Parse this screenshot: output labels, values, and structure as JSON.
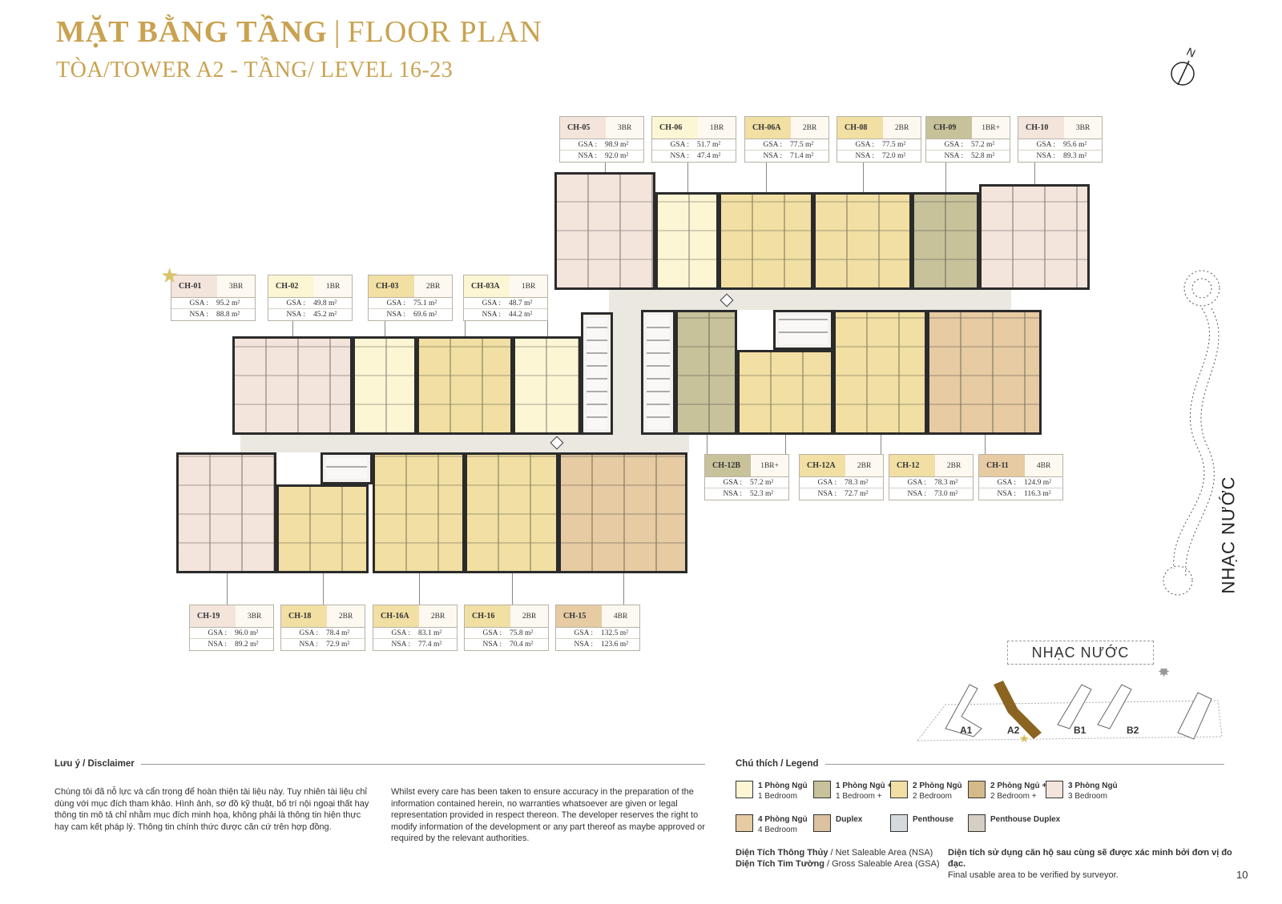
{
  "header": {
    "title_vi": "MẶT BẰNG TẦNG",
    "title_sep": "|",
    "title_en": "FLOOR PLAN",
    "subtitle": "TÒA/TOWER A2 - TẦNG/ LEVEL 16-23"
  },
  "compass": {
    "label": "N"
  },
  "colors": {
    "1BR": "#fdf6d4",
    "1BR+": "#c7c29a",
    "2BR": "#f1dfa3",
    "2BR+": "#d4ba88",
    "3BR": "#f3e4dc",
    "4BR": "#e6cba3",
    "Duplex": "#ddc2a0",
    "Penthouse": "#d6dadd",
    "Penthouse Duplex": "#d5cfc3",
    "accent": "#c9a250"
  },
  "units": [
    {
      "code": "CH-05",
      "type": "3BR",
      "gsa": "98.9 m²",
      "nsa": "92.0 m²"
    },
    {
      "code": "CH-06",
      "type": "1BR",
      "gsa": "51.7 m²",
      "nsa": "47.4 m²"
    },
    {
      "code": "CH-06A",
      "type": "2BR",
      "gsa": "77.5 m²",
      "nsa": "71.4 m²"
    },
    {
      "code": "CH-08",
      "type": "2BR",
      "gsa": "77.5 m²",
      "nsa": "72.0 m²"
    },
    {
      "code": "CH-09",
      "type": "1BR+",
      "gsa": "57.2 m²",
      "nsa": "52.8 m²"
    },
    {
      "code": "CH-10",
      "type": "3BR",
      "gsa": "95.6 m²",
      "nsa": "89.3 m²"
    },
    {
      "code": "CH-01",
      "type": "3BR",
      "gsa": "95.2 m²",
      "nsa": "88.8 m²"
    },
    {
      "code": "CH-02",
      "type": "1BR",
      "gsa": "49.8 m²",
      "nsa": "45.2 m²"
    },
    {
      "code": "CH-03",
      "type": "2BR",
      "gsa": "75.1 m²",
      "nsa": "69.6 m²"
    },
    {
      "code": "CH-03A",
      "type": "1BR",
      "gsa": "48.7 m²",
      "nsa": "44.2 m²"
    },
    {
      "code": "CH-12B",
      "type": "1BR+",
      "gsa": "57.2 m²",
      "nsa": "52.3 m²"
    },
    {
      "code": "CH-12A",
      "type": "2BR",
      "gsa": "78.3 m²",
      "nsa": "72.7 m²"
    },
    {
      "code": "CH-12",
      "type": "2BR",
      "gsa": "78.3 m²",
      "nsa": "73.0 m²"
    },
    {
      "code": "CH-11",
      "type": "4BR",
      "gsa": "124.9 m²",
      "nsa": "116.3 m²"
    },
    {
      "code": "CH-19",
      "type": "3BR",
      "gsa": "96.0 m²",
      "nsa": "89.2 m²"
    },
    {
      "code": "CH-18",
      "type": "2BR",
      "gsa": "78.4 m²",
      "nsa": "72.9 m²"
    },
    {
      "code": "CH-16A",
      "type": "2BR",
      "gsa": "83.1 m²",
      "nsa": "77.4 m²"
    },
    {
      "code": "CH-16",
      "type": "2BR",
      "gsa": "75.8 m²",
      "nsa": "70.4 m²"
    },
    {
      "code": "CH-15",
      "type": "4BR",
      "gsa": "132.5 m²",
      "nsa": "123.6 m²"
    }
  ],
  "area_labels": {
    "gsa": "GSA :",
    "nsa": "NSA :"
  },
  "side_label": "NHẠC NƯỚC",
  "site_map": {
    "title": "NHẠC NƯỚC",
    "towers": [
      "A1",
      "A2",
      "B1",
      "B2"
    ]
  },
  "disclaimer": {
    "heading": "Lưu ý / Disclaimer",
    "vi": "Chúng tôi đã nỗ lực và cẩn trọng để hoàn thiện tài liệu này. Tuy nhiên tài liệu chỉ dùng với mục đích tham khảo. Hình ảnh, sơ đồ kỹ thuật, bố trí nội ngoại thất hay thông tin mô tả chỉ nhằm mục đích minh họa, không phải là thông tin hiện thực hay cam kết pháp lý. Thông tin chính thức được căn cứ trên hợp đồng.",
    "en": "Whilst every care has been taken to ensure accuracy in the preparation of the information contained herein, no warranties whatsoever are given or legal representation provided in respect thereon. The developer reserves the right to modify information of the development or any part thereof as maybe approved or required by the relevant authorities."
  },
  "legend": {
    "heading": "Chú thích / Legend",
    "items": [
      {
        "vi": "1 Phòng Ngủ",
        "en": "1 Bedroom",
        "key": "1BR"
      },
      {
        "vi": "1 Phòng Ngủ +",
        "en": "1 Bedroom +",
        "key": "1BR+"
      },
      {
        "vi": "2 Phòng Ngủ",
        "en": "2 Bedroom",
        "key": "2BR"
      },
      {
        "vi": "2 Phòng Ngủ +",
        "en": "2 Bedroom +",
        "key": "2BR+"
      },
      {
        "vi": "3 Phòng Ngủ",
        "en": "3 Bedroom",
        "key": "3BR"
      },
      {
        "vi": "4 Phòng Ngủ",
        "en": "4 Bedroom",
        "key": "4BR"
      },
      {
        "vi": "Duplex",
        "en": "",
        "key": "Duplex"
      },
      {
        "vi": "Penthouse",
        "en": "",
        "key": "Penthouse"
      },
      {
        "vi": "Penthouse Duplex",
        "en": "",
        "key": "Penthouse Duplex"
      }
    ],
    "nsa_vi": "Diện Tích Thông Thủy",
    "nsa_en": " / Net Saleable Area (NSA)",
    "gsa_vi": "Diện Tích Tim Tường",
    "gsa_en": " / Gross Saleable Area (GSA)",
    "note_vi": "Diện tích sử dụng căn hộ sau cùng sẽ được xác minh bởi đơn vị đo đạc.",
    "note_en": "Final usable area to be verified by surveyor."
  },
  "page_number": "10"
}
